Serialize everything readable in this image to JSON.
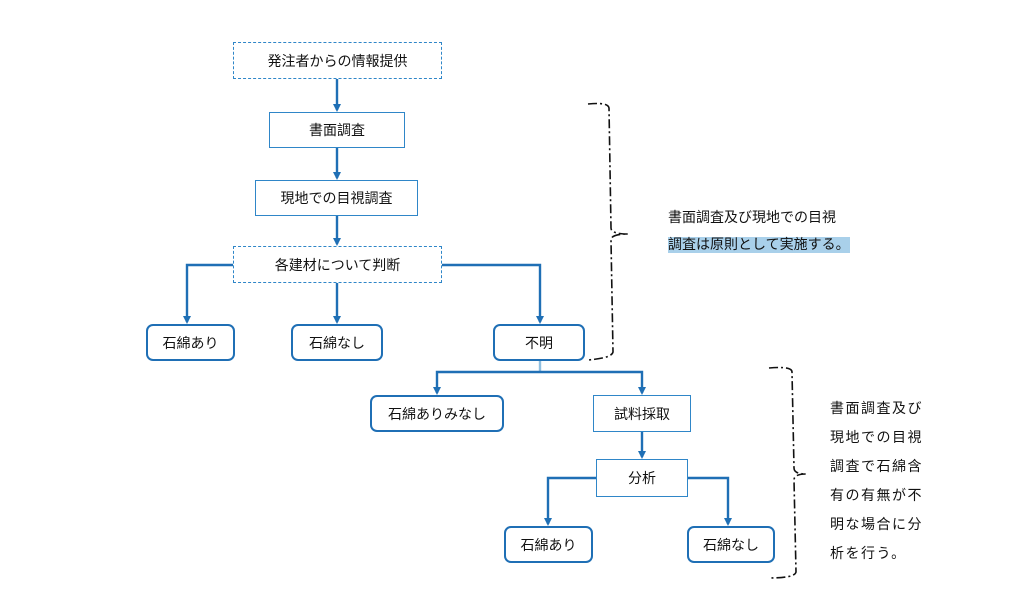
{
  "nodes": {
    "provider_info": "発注者からの情報提供",
    "doc_survey": "書面調査",
    "onsite_visual": "現地での目視調査",
    "material_judgment": "各建材について判断",
    "asbestos_yes": "石綿あり",
    "asbestos_no": "石綿なし",
    "unknown": "不明",
    "deemed_yes": "石綿ありみなし",
    "sampling": "試料採取",
    "analysis": "分析",
    "result_yes": "石綿あり",
    "result_no": "石綿なし"
  },
  "notes": {
    "note1": {
      "line1": "書面調査及び現地での目視",
      "line2": "調査は原則として実施する。"
    },
    "note2": {
      "lines": [
        "書面調査及び",
        "現地での目視",
        "調査で石綿含",
        "有の有無が不",
        "明な場合に分",
        "析を行う。"
      ]
    }
  },
  "colors": {
    "arrow": "#1f6fb5",
    "box_border": "#2f86c8",
    "bracket": "#111111",
    "highlight": "#a9d0ea"
  }
}
